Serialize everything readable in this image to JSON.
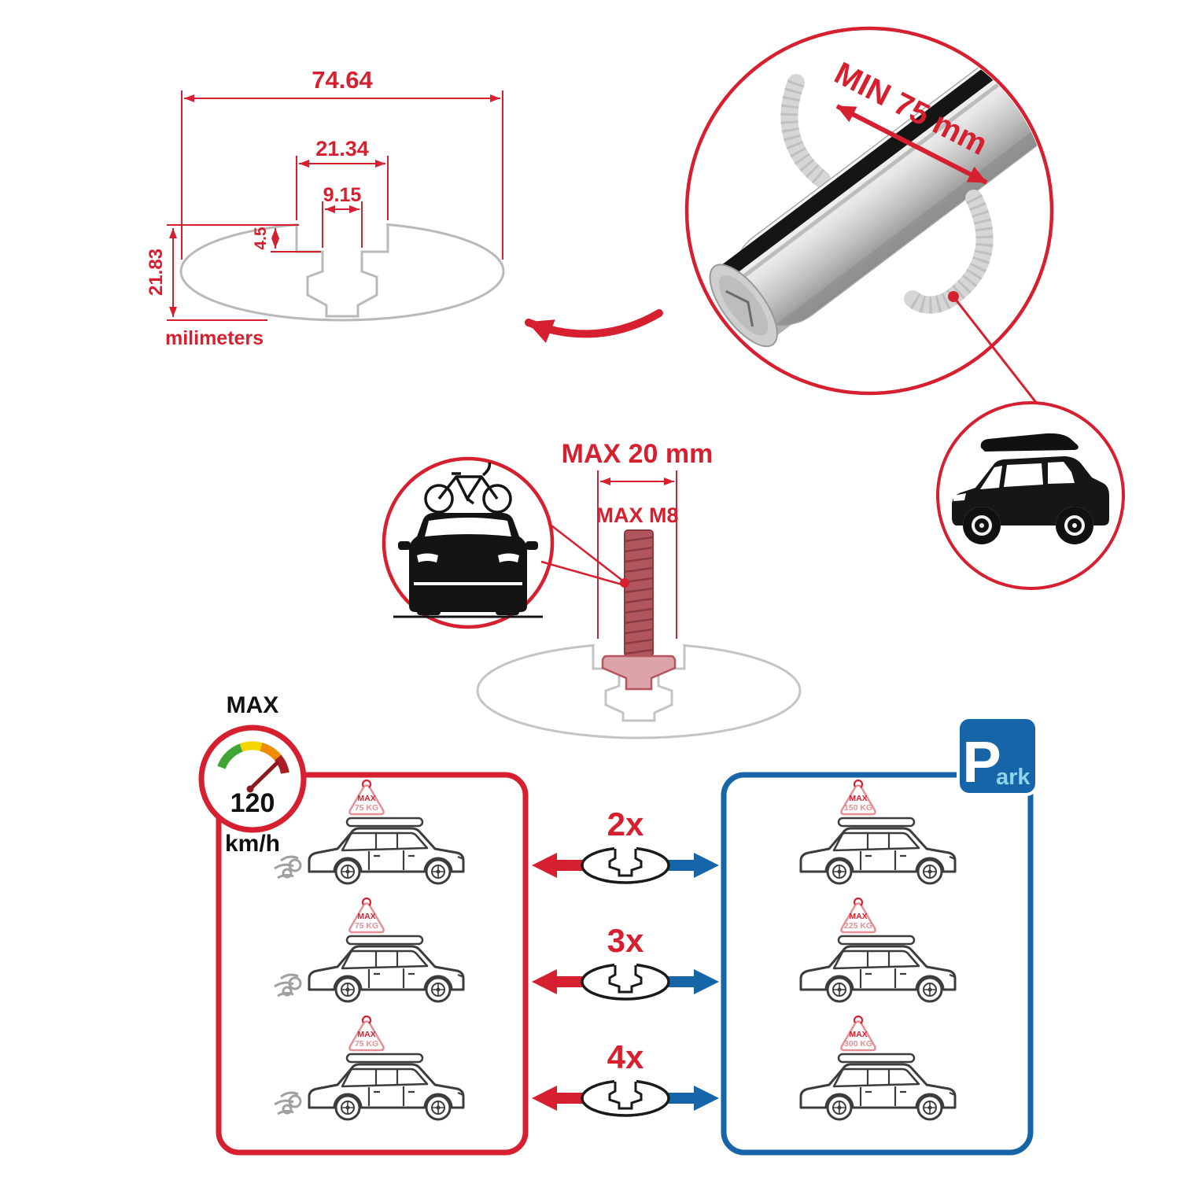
{
  "colors": {
    "red": "#d6202f",
    "blue": "#1565a8",
    "pink": "#e48f96",
    "gray": "#c4c4c4",
    "black": "#1a1a1a"
  },
  "cross_section": {
    "overall_width": "74.64",
    "slot_width": "21.34",
    "slot_inner_width": "9.15",
    "lip_height": "4.5",
    "overall_height": "21.83",
    "units_label": "milimeters"
  },
  "bar_detail": {
    "min_span_label": "MIN 75 mm"
  },
  "bolt": {
    "max_width_label": "MAX 20 mm",
    "max_thread_label": "MAX M8"
  },
  "speedometer": {
    "max_label": "MAX",
    "value": "120",
    "units": "km/h"
  },
  "park_sign": {
    "letter": "P",
    "suffix": "ark"
  },
  "sign_max_label": "MAX",
  "rows": [
    {
      "qty_label": "2x",
      "driving_load": "75 KG",
      "parked_load": "150 KG"
    },
    {
      "qty_label": "3x",
      "driving_load": "75 KG",
      "parked_load": "225 KG"
    },
    {
      "qty_label": "4x",
      "driving_load": "75 KG",
      "parked_load": "300 KG"
    }
  ]
}
